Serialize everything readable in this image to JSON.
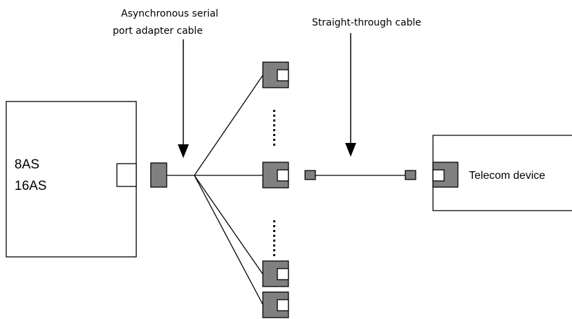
{
  "callouts": {
    "adapter_cable_line1": "Asynchronous serial",
    "adapter_cable_line2": "port adapter cable",
    "straight_cable": "Straight-through cable"
  },
  "card": {
    "label_line1": "8AS",
    "label_line2": "16AS"
  },
  "telecom": {
    "label": "Telecom device"
  },
  "colors": {
    "connector_fill": "#808080",
    "stroke": "#000000",
    "background": "#ffffff"
  }
}
